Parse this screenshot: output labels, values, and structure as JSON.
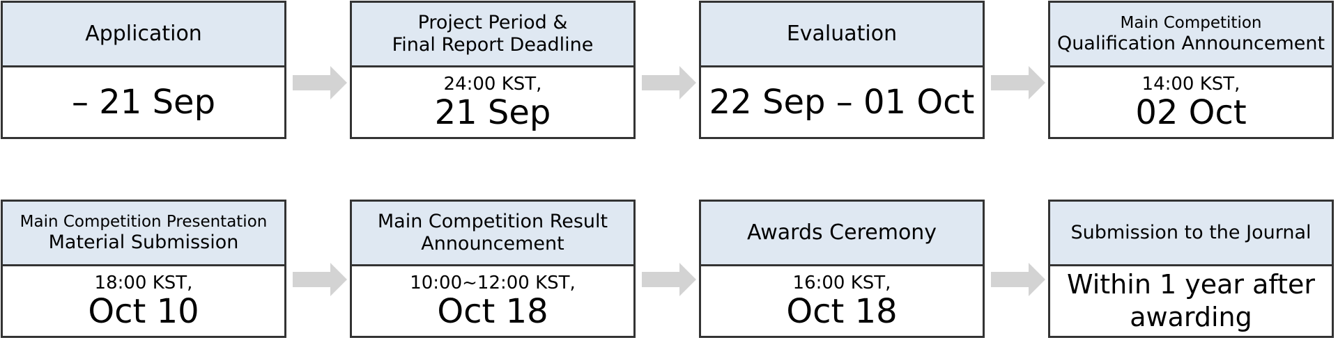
{
  "steps": [
    {
      "title_lines": [
        "Application"
      ],
      "time": "",
      "date_lines": [
        "– 21 Sep"
      ]
    },
    {
      "title_lines": [
        "Project Period &",
        "Final Report Deadline"
      ],
      "time": "24:00 KST,",
      "date_lines": [
        "21 Sep"
      ]
    },
    {
      "title_lines": [
        "Evaluation"
      ],
      "time": "",
      "date_lines": [
        "22 Sep – 01 Oct"
      ]
    },
    {
      "title_lines": [
        "Main Competition",
        "Qualification Announcement"
      ],
      "time": "14:00 KST,",
      "date_lines": [
        "02 Oct"
      ]
    },
    {
      "title_lines": [
        "Main Competition Presentation",
        "Material Submission"
      ],
      "time": "18:00 KST,",
      "date_lines": [
        "Oct 10"
      ]
    },
    {
      "title_lines": [
        "Main Competition Result",
        "Announcement"
      ],
      "time": "10:00~12:00 KST,",
      "date_lines": [
        "Oct 18"
      ]
    },
    {
      "title_lines": [
        "Awards Ceremony"
      ],
      "time": "16:00 KST,",
      "date_lines": [
        "Oct 18"
      ]
    },
    {
      "title_lines": [
        "Submission to the Journal"
      ],
      "time": "",
      "date_lines": [
        "Within 1 year after",
        "awarding"
      ]
    }
  ],
  "colors": {
    "header_fill": "#dfe8f2",
    "border": "#333333",
    "arrow": "#d3d3d3"
  }
}
